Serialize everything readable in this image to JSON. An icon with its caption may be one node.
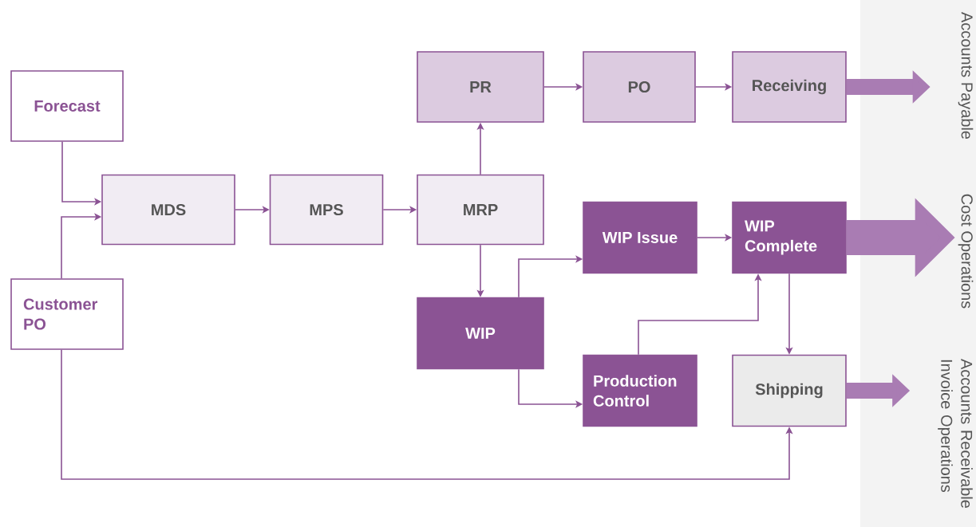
{
  "diagram": {
    "nodes": [
      {
        "text": [
          "Forecast"
        ]
      },
      {
        "text": [
          "Customer PO"
        ]
      },
      {
        "text": [
          "MDS"
        ]
      },
      {
        "text": [
          "MPS"
        ]
      },
      {
        "text": [
          "MRP"
        ]
      },
      {
        "text": [
          "PR"
        ]
      },
      {
        "text": [
          "PO"
        ]
      },
      {
        "text": [
          "Receiving"
        ]
      },
      {
        "text": [
          "WIP Issue"
        ]
      },
      {
        "text": [
          "WIP Complete"
        ]
      },
      {
        "text": [
          "WIP"
        ]
      },
      {
        "text": [
          "Production Control"
        ]
      },
      {
        "text": [
          "Shipping"
        ]
      },
      {
        "text": [
          "Accounts Payable"
        ]
      },
      {
        "text": [
          "Cost Operations"
        ]
      },
      {
        "text": [
          "Accounts Receivable Invoice Operations"
        ]
      }
    ],
    "edges": [
      {
        "from": 0,
        "to": 2,
        "arrow": "to"
      },
      {
        "from": 1,
        "to": 2,
        "arrow": "to"
      },
      {
        "from": 2,
        "to": 3,
        "arrow": "to"
      },
      {
        "from": 3,
        "to": 4,
        "arrow": "to"
      },
      {
        "from": 4,
        "to": 5,
        "arrow": "to"
      },
      {
        "from": 5,
        "to": 6,
        "arrow": "to"
      },
      {
        "from": 6,
        "to": 7,
        "arrow": "to"
      },
      {
        "from": 4,
        "to": 10,
        "arrow": "to"
      },
      {
        "from": 10,
        "to": 8,
        "arrow": "to"
      },
      {
        "from": 10,
        "to": 11,
        "arrow": "to"
      },
      {
        "from": 8,
        "to": 9,
        "arrow": "to"
      },
      {
        "from": 11,
        "to": 9,
        "arrow": "to"
      },
      {
        "from": 9,
        "to": 12,
        "arrow": "to"
      },
      {
        "from": 1,
        "to": 12,
        "arrow": "to"
      },
      {
        "from": 7,
        "to": 13,
        "arrow": "to",
        "style": "thick",
        "color": "#a97cb3"
      },
      {
        "from": 9,
        "to": 14,
        "arrow": "to",
        "style": "thick",
        "color": "#a97cb3"
      },
      {
        "from": 12,
        "to": 15,
        "arrow": "to",
        "style": "thick",
        "color": "#a97cb3"
      }
    ]
  }
}
